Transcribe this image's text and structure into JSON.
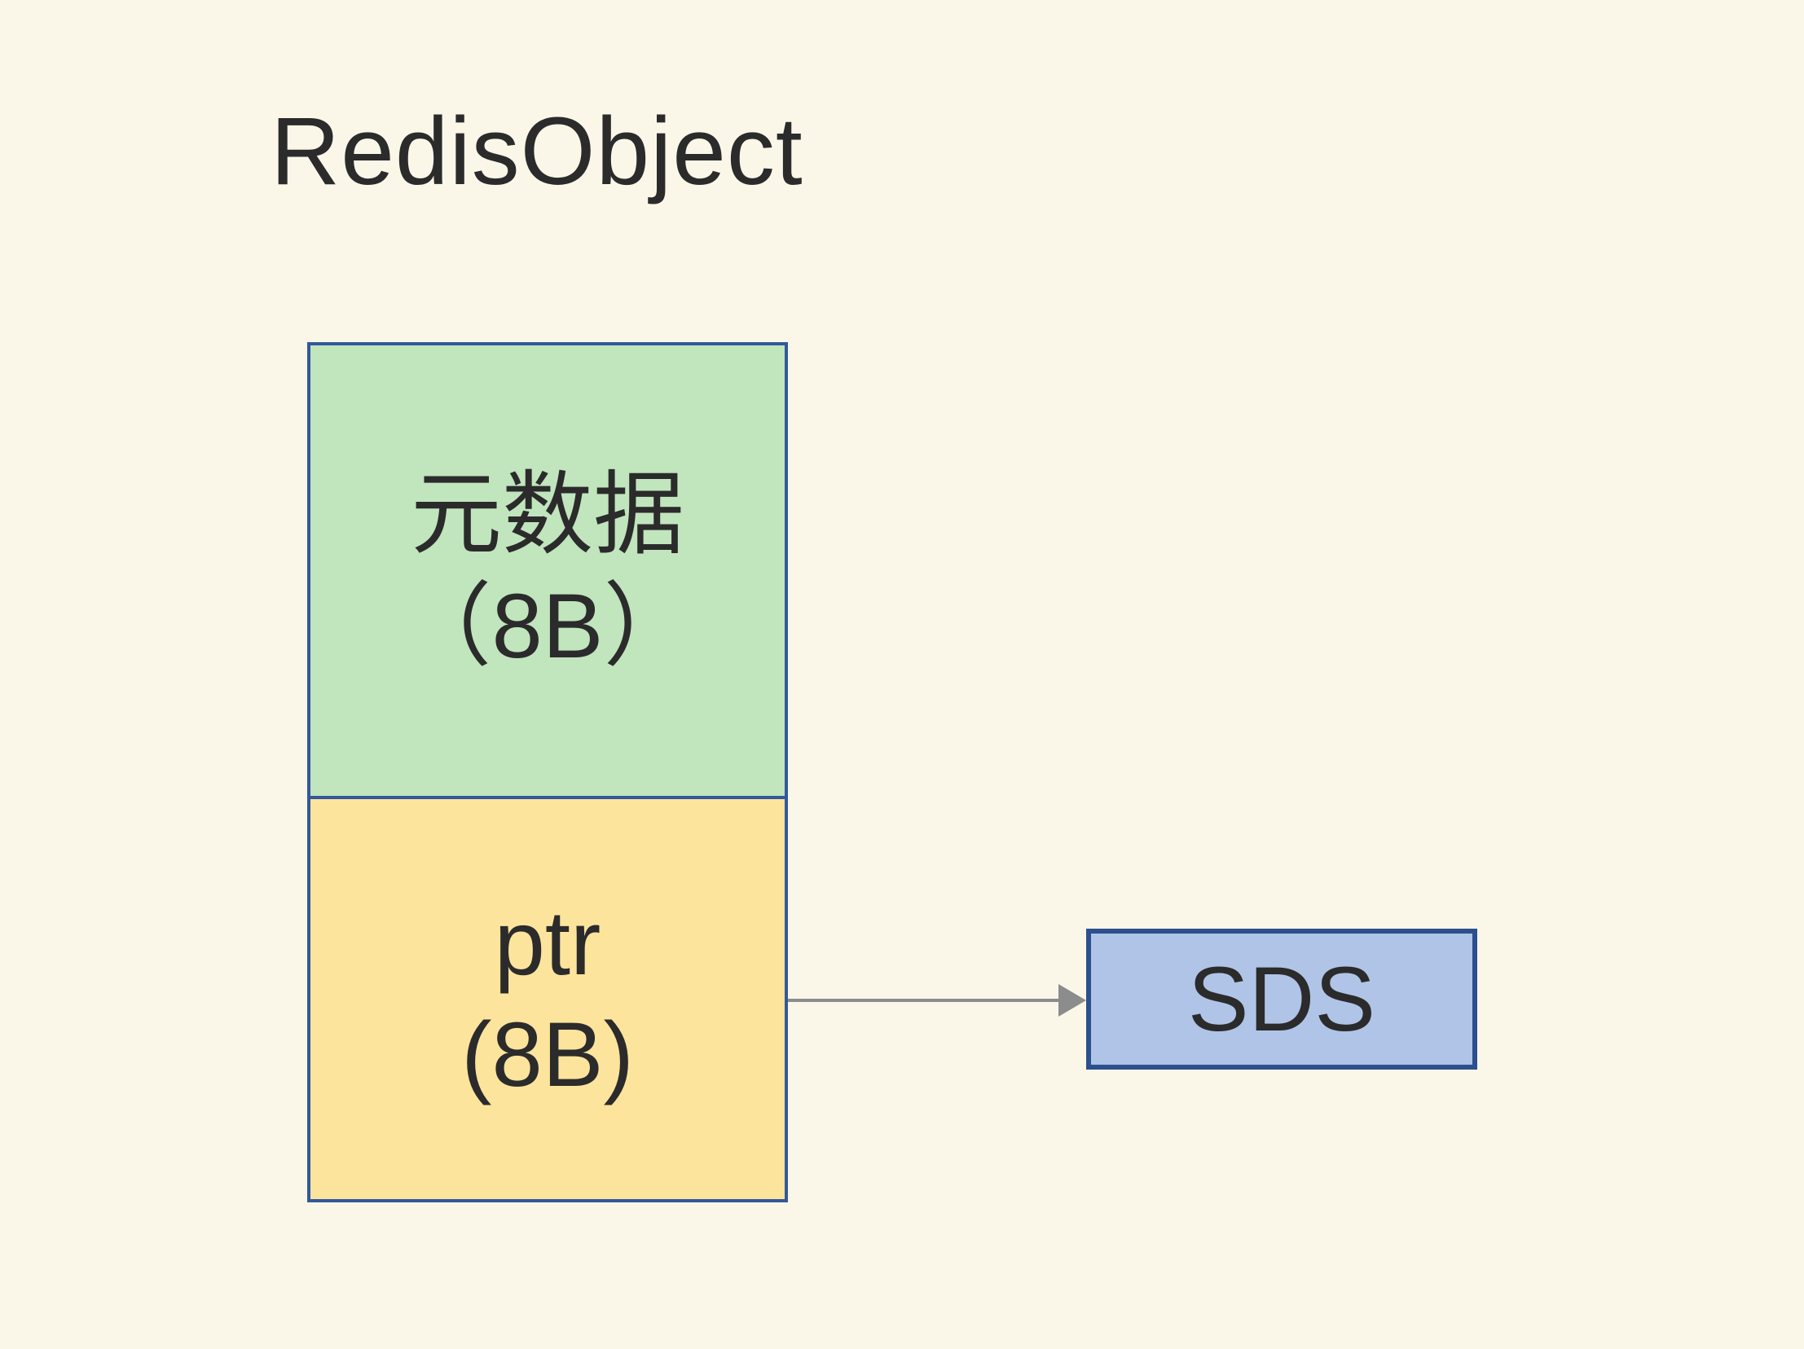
{
  "title": "RedisObject",
  "diagram": {
    "struct": {
      "cells": [
        {
          "name": "metadata",
          "line1": "元数据",
          "line2": "（8B）",
          "fill": "#C1E5BD"
        },
        {
          "name": "ptr",
          "line1": "ptr",
          "line2": "(8B)",
          "fill": "#FDE49C"
        }
      ]
    },
    "arrow": {
      "direction": "right",
      "color": "#8C8C8C"
    },
    "target": {
      "label": "SDS",
      "fill": "#AFC4E7",
      "border": "#2C4F8E"
    }
  },
  "colors": {
    "bg": "#FAF7E9",
    "text": "#2B2B2B",
    "green": "#C1E5BD",
    "yellow": "#FDE49C",
    "blue": "#AFC4E7",
    "border-blue": "#33589B",
    "target-border": "#2C4F8E",
    "arrow-gray": "#8C8C8C"
  }
}
